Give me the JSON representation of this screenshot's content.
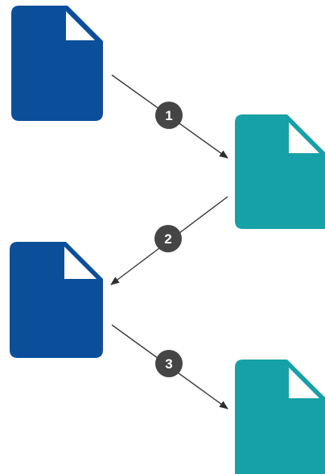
{
  "colors": {
    "background": "#ffffff",
    "source_document": "#0b4f9a",
    "target_document": "#16a0a7",
    "document_fold": "#ffffff",
    "connector": "#3a3a3a",
    "step_badge": "#454545",
    "step_badge_text": "#ffffff"
  },
  "documents": [
    {
      "id": "doc-1",
      "kind": "source",
      "icon": "document-icon"
    },
    {
      "id": "doc-2",
      "kind": "target",
      "icon": "document-icon"
    },
    {
      "id": "doc-3",
      "kind": "source",
      "icon": "document-icon"
    },
    {
      "id": "doc-4",
      "kind": "target",
      "icon": "document-icon"
    }
  ],
  "steps": [
    {
      "label": "1",
      "from": "doc-1",
      "to": "doc-2"
    },
    {
      "label": "2",
      "from": "doc-2",
      "to": "doc-3"
    },
    {
      "label": "3",
      "from": "doc-3",
      "to": "doc-4"
    }
  ]
}
